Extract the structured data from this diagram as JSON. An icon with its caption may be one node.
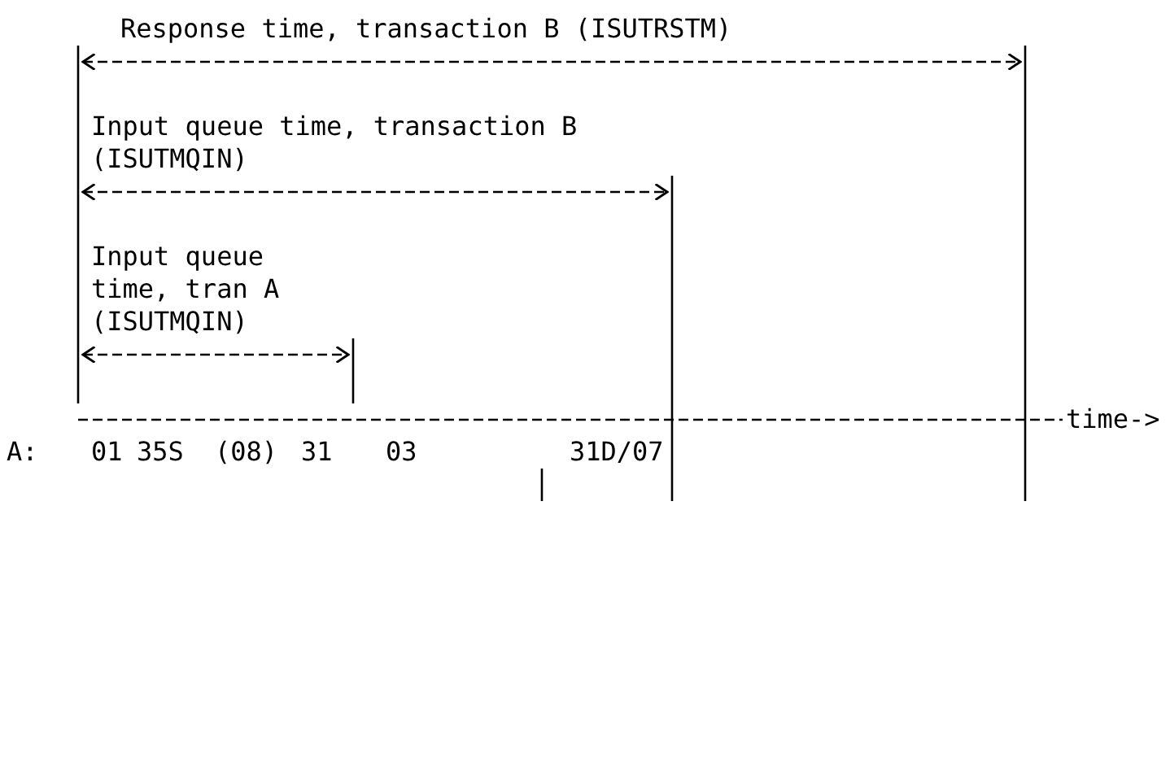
{
  "diagram": {
    "labels": [
      "Response time, transaction B (ISUTRSTM)",
      "Input queue time, transaction B (ISUTMQIN)",
      "Input queue time, tran A (ISUTMQIN)",
      "time->",
      "A:",
      "01",
      "35S",
      "(08)",
      "31",
      "03",
      "31D/07"
    ]
  }
}
